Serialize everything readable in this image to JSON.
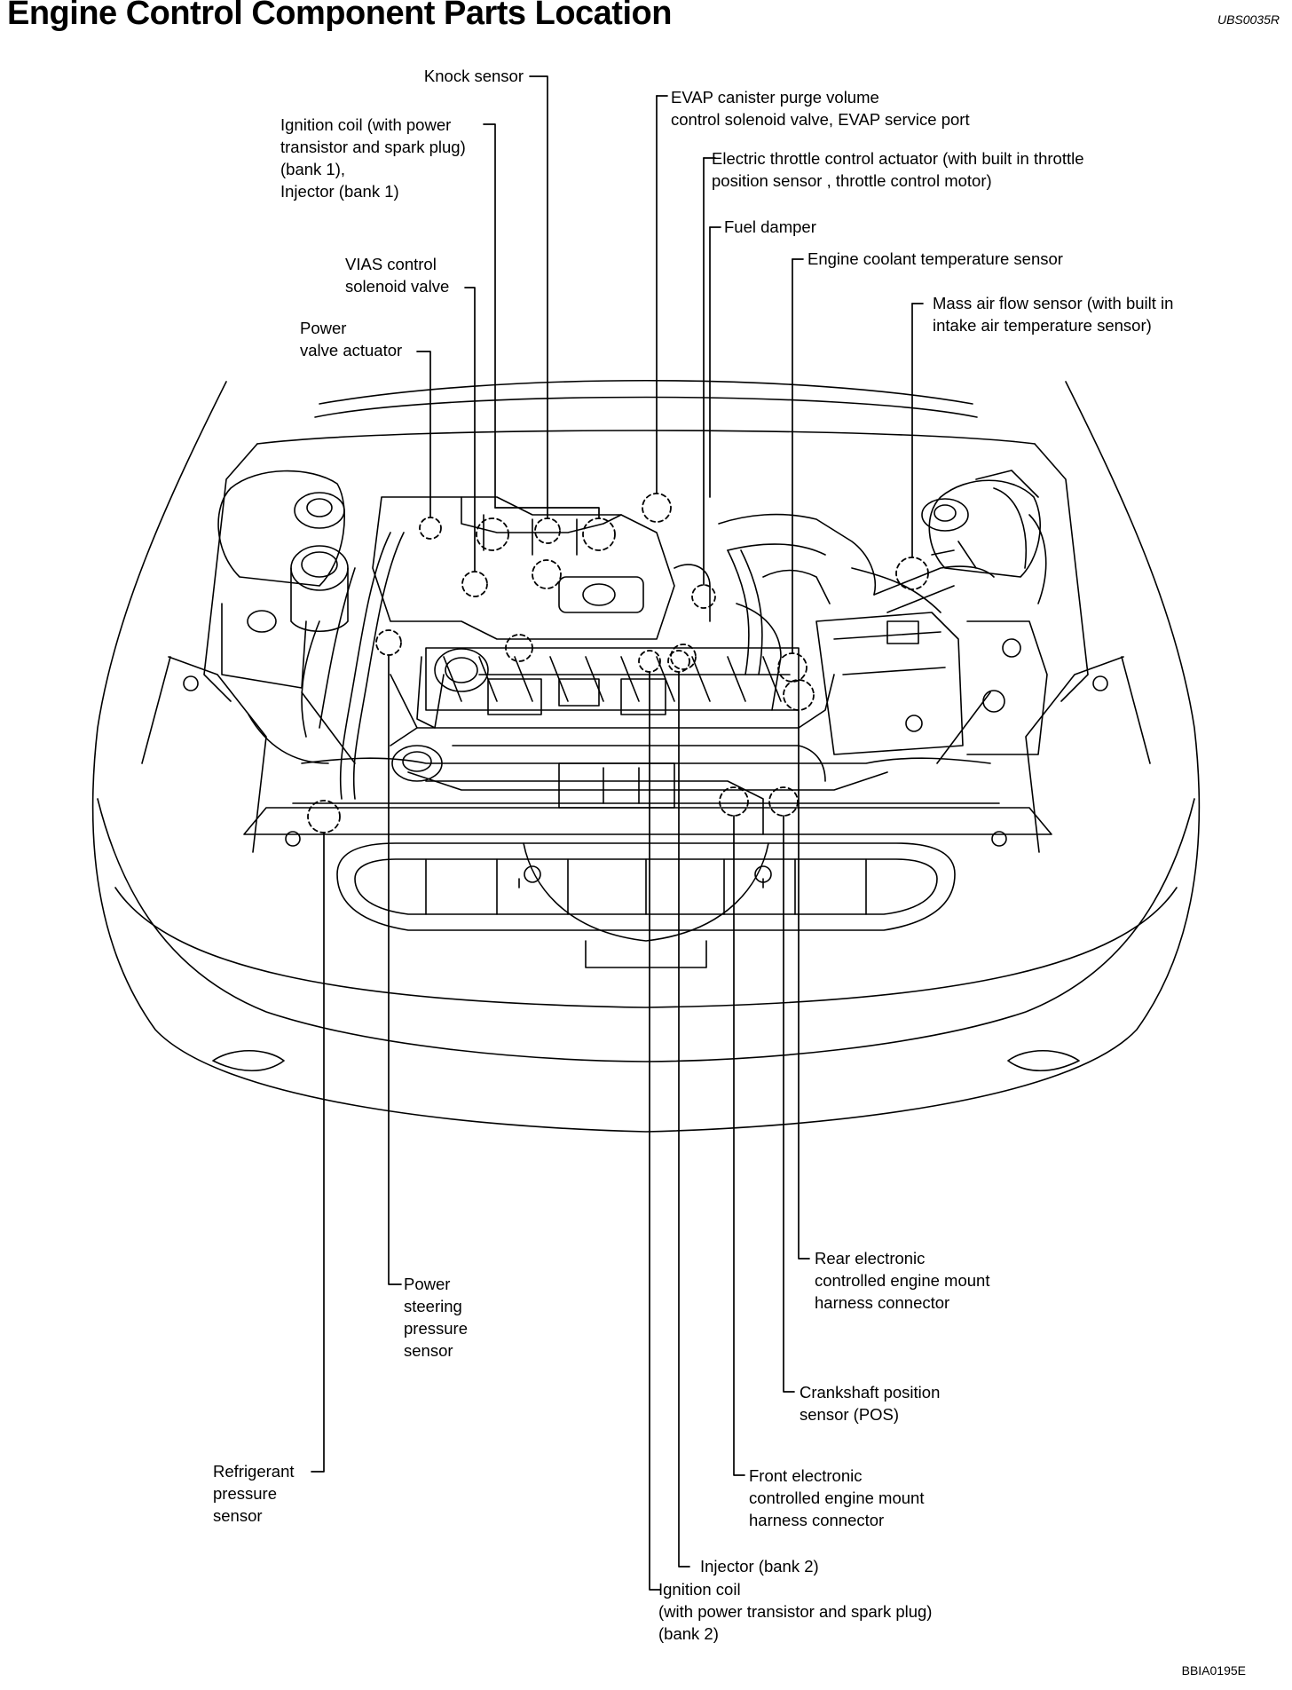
{
  "header": {
    "title": "Engine Control Component Parts Location",
    "section_ref": "UBS0035R"
  },
  "footer": {
    "figure_ref": "BBIA0195E"
  },
  "callouts": {
    "knock_sensor": "Knock sensor",
    "ignition_coil_bank1": "Ignition coil (with power\ntransistor and spark plug)\n(bank 1),\nInjector (bank 1)",
    "vias_valve": "VIAS control\nsolenoid valve",
    "power_valve": "Power\nvalve actuator",
    "evap": "EVAP canister purge volume\ncontrol solenoid valve, EVAP service port",
    "throttle": "Electric throttle control actuator (with built in throttle\nposition sensor , throttle control motor)",
    "fuel_damper": "Fuel damper",
    "ect": "Engine coolant temperature sensor",
    "maf": "Mass air flow sensor (with built in\nintake air temperature sensor)",
    "ps_sensor": "Power\nsteering\npressure\nsensor",
    "refrigerant": "Refrigerant\npressure\nsensor",
    "rear_mount": "Rear electronic\ncontrolled engine mount\nharness connector",
    "ckp": "Crankshaft position\nsensor (POS)",
    "front_mount": "Front electronic\ncontrolled engine mount\nharness connector",
    "injector_bank2": "Injector (bank 2)",
    "ignition_coil_bank2": "Ignition coil\n(with power transistor and spark plug)\n(bank 2)"
  }
}
